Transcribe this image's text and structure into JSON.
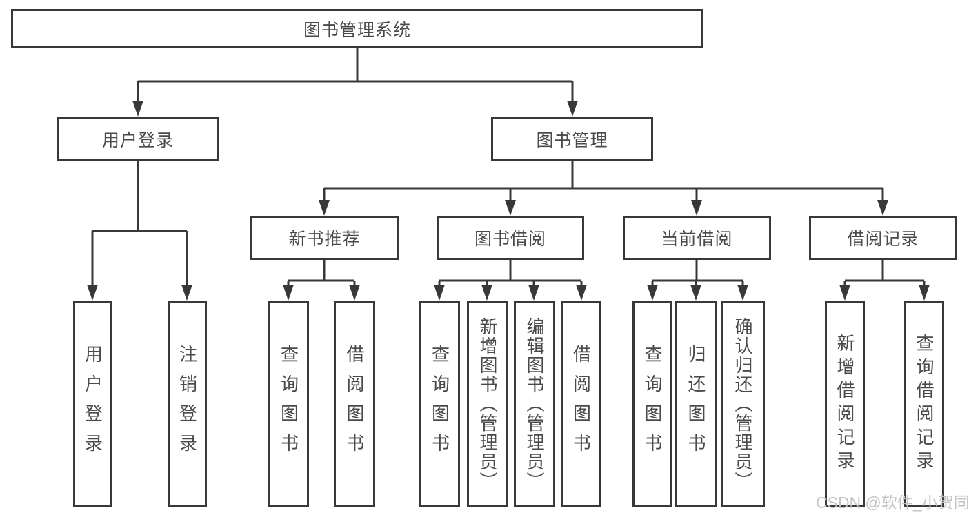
{
  "tree": {
    "root": {
      "label": "图书管理系统"
    },
    "branches": [
      {
        "label": "用户登录",
        "leaves": [
          {
            "label": "用户登录"
          },
          {
            "label": "注销登录"
          }
        ]
      },
      {
        "label": "图书管理",
        "groups": [
          {
            "label": "新书推荐",
            "leaves": [
              {
                "label": "查询图书"
              },
              {
                "label": "借阅图书"
              }
            ]
          },
          {
            "label": "图书借阅",
            "leaves": [
              {
                "label": "查询图书"
              },
              {
                "label": "新增图书（管理员）"
              },
              {
                "label": "编辑图书（管理员）"
              },
              {
                "label": "借阅图书"
              }
            ]
          },
          {
            "label": "当前借阅",
            "leaves": [
              {
                "label": "查询图书"
              },
              {
                "label": "归还图书"
              },
              {
                "label": "确认归还（管理员）"
              }
            ]
          },
          {
            "label": "借阅记录",
            "leaves": [
              {
                "label": "新增借阅记录"
              },
              {
                "label": "查询借阅记录"
              }
            ]
          }
        ]
      }
    ]
  },
  "watermark": {
    "text": "CSDN @软件_小贺同学"
  },
  "colors": {
    "line": "#383838",
    "text": "#4a4a4b",
    "background": "#ffffff",
    "watermark": "#c1c1c1"
  }
}
